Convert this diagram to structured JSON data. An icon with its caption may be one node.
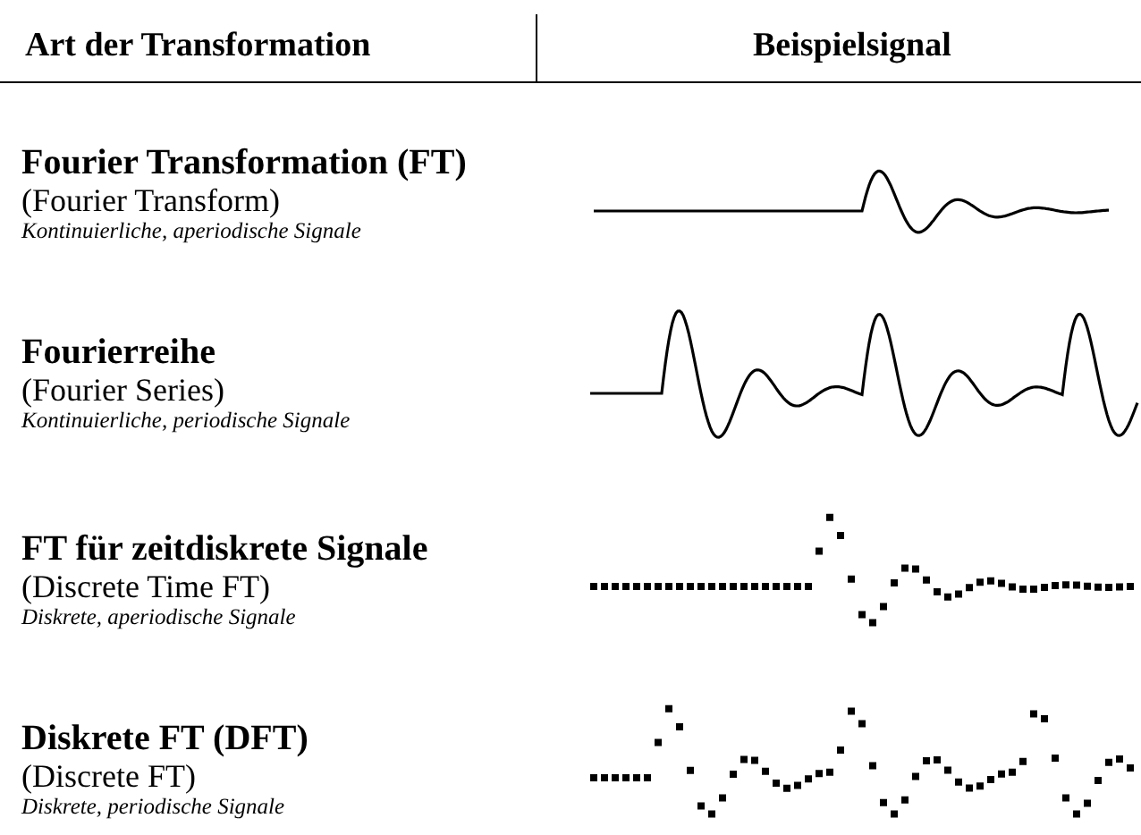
{
  "diagram": {
    "labels": [
      "Art der Transformation",
      "Beispielsignal",
      "Fourier Transformation (FT)",
      "(Fourier Transform)",
      "Kontinuierliche, aperiodische Signale",
      "Fourierreihe",
      "(Fourier Series)",
      "Kontinuierliche, periodische Signale",
      "FT für zeitdiskrete Signale",
      "(Discrete Time FT)",
      "Diskrete, aperiodische Signale",
      "Diskrete FT (DFT)",
      "(Discrete FT)",
      "Diskrete, periodische Signale"
    ]
  }
}
